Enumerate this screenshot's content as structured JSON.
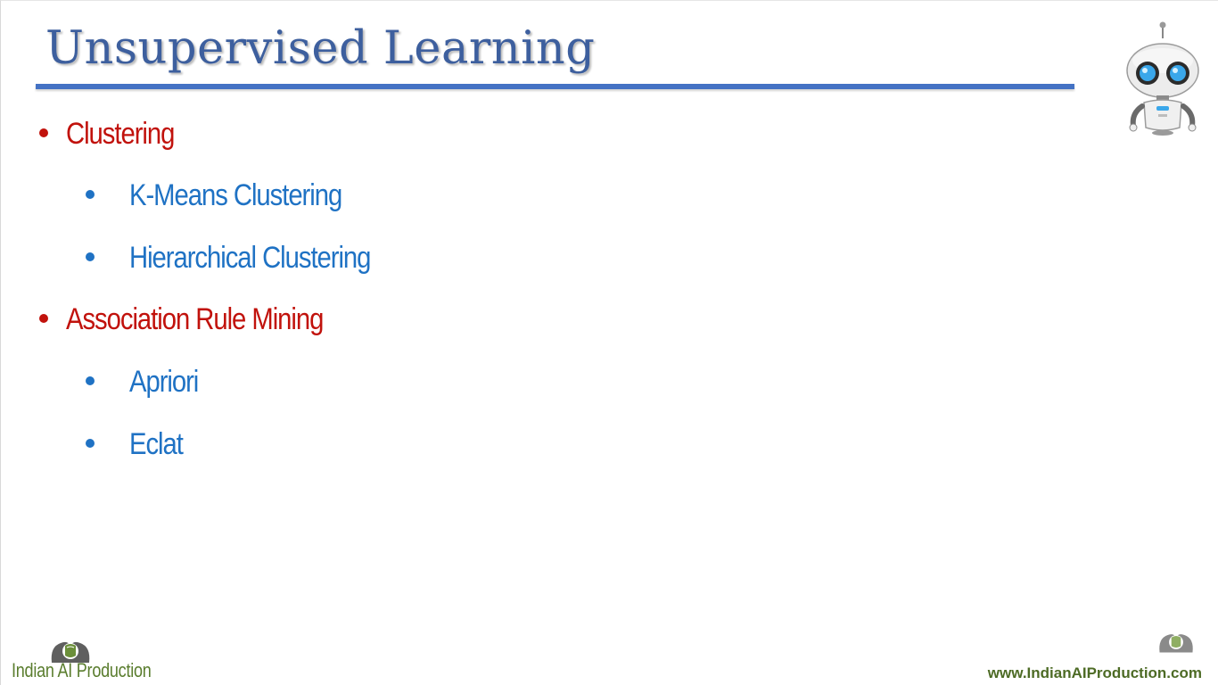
{
  "slide": {
    "title": "Unsupervised Learning",
    "items": [
      {
        "level": 1,
        "text": "Clustering"
      },
      {
        "level": 2,
        "text": "K-Means Clustering"
      },
      {
        "level": 2,
        "text": "Hierarchical Clustering"
      },
      {
        "level": 1,
        "text": "Association Rule Mining"
      },
      {
        "level": 2,
        "text": "Apriori"
      },
      {
        "level": 2,
        "text": "Eclat"
      }
    ]
  },
  "footer": {
    "brand_name": "Indian AI Production",
    "website": "www.IndianAIProduction.com"
  },
  "icons": {
    "robot": "robot-icon",
    "brand_logo": "brain-heads-icon"
  },
  "colors": {
    "title": "#3d5f9e",
    "title_rule": "#4472c4",
    "level1": "#c1120c",
    "level2": "#1f72c4",
    "brand": "#5a7d2e"
  }
}
